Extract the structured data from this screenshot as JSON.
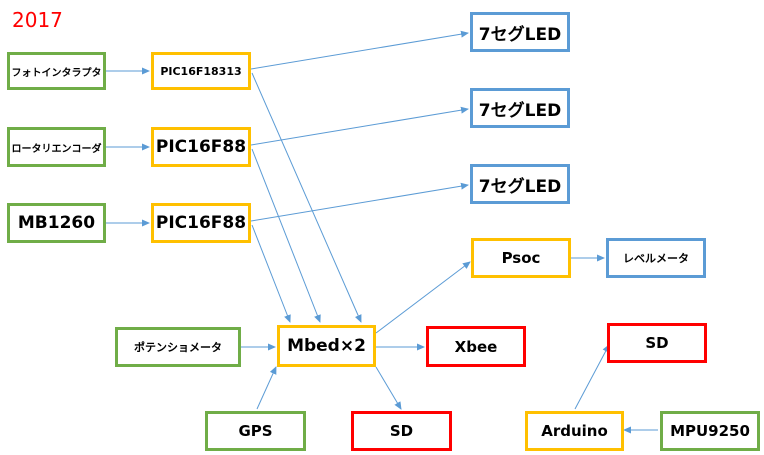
{
  "title": "2017",
  "nodes": {
    "photointerrupter": "フォトインタラプタ",
    "pic16f18313": "PIC16F18313",
    "rotary_encoder": "ロータリエンコーダ",
    "pic16f88_a": "PIC16F88",
    "mb1260": "MB1260",
    "pic16f88_b": "PIC16F88",
    "seg_led_1": "7セグLED",
    "seg_led_2": "7セグLED",
    "seg_led_3": "7セグLED",
    "psoc": "Psoc",
    "level_meter": "レベルメータ",
    "potentiometer": "ポテンショメータ",
    "mbed": "Mbed×2",
    "xbee": "Xbee",
    "gps": "GPS",
    "sd_mbed": "SD",
    "sd_arduino": "SD",
    "arduino": "Arduino",
    "mpu9250": "MPU9250"
  },
  "colors": {
    "sensor": "#70ad47",
    "controller": "#ffc000",
    "display": "#5b9bd5",
    "storage_comm": "#ff0000",
    "arrow": "#5b9bd5",
    "title": "#ff0000"
  }
}
